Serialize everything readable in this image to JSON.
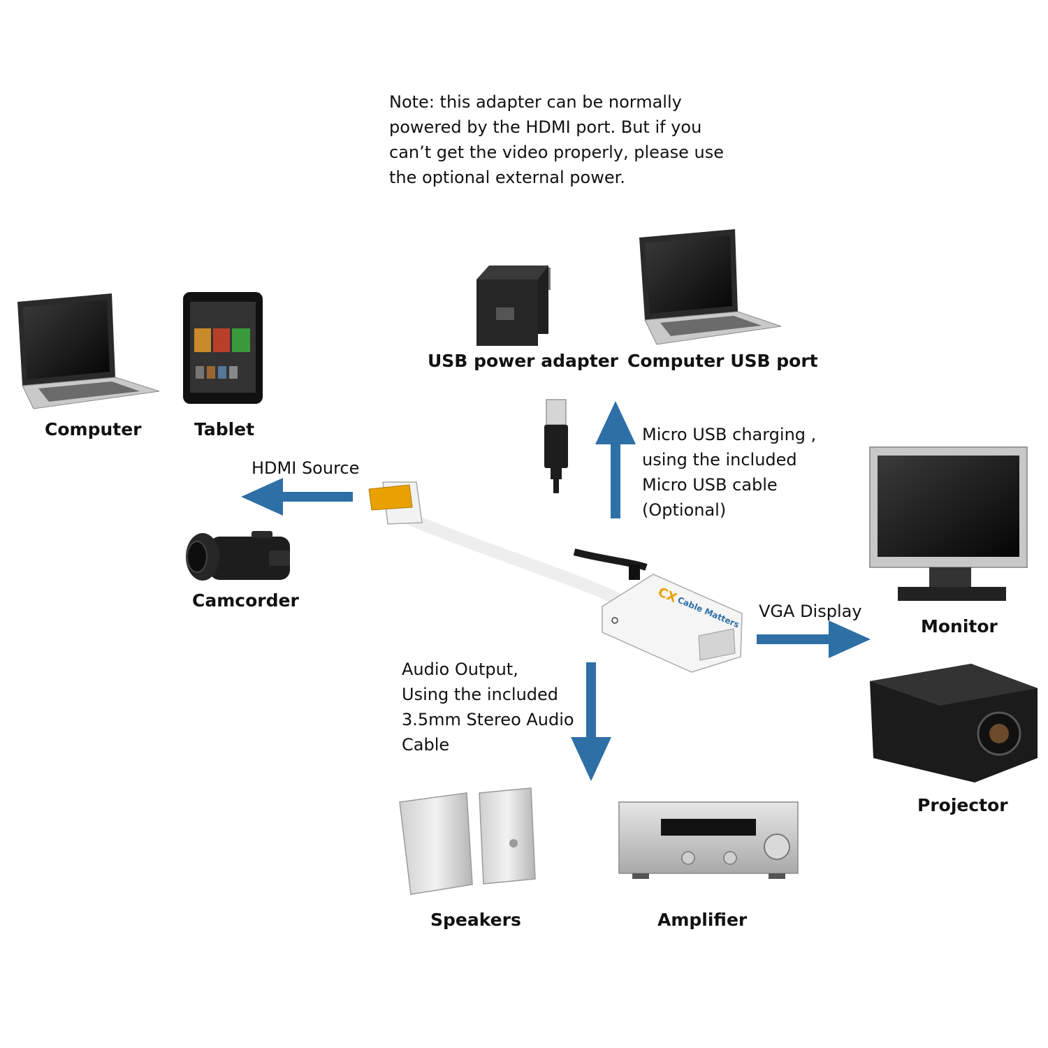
{
  "note": {
    "lines": [
      "Note: this adapter can be normally",
      "powered by the HDMI port. But if you",
      "can’t get the video properly, please use",
      "the optional external power."
    ]
  },
  "devices": {
    "computer": "Computer",
    "tablet": "Tablet",
    "camcorder": "Camcorder",
    "usb_power_adapter": "USB power adapter",
    "computer_usb_port": "Computer USB port",
    "monitor": "Monitor",
    "projector": "Projector",
    "speakers": "Speakers",
    "amplifier": "Amplifier"
  },
  "connections": {
    "hdmi_source": "HDMI Source",
    "vga_display": "VGA Display",
    "micro_usb": [
      "Micro USB charging ,",
      "using the included",
      "Micro USB cable",
      "(Optional)"
    ],
    "audio": [
      "Audio Output,",
      "Using the included",
      "3.5mm Stereo Audio",
      "Cable"
    ]
  },
  "brand": {
    "logo_text": "Cable Matters",
    "logo_mark": "CX"
  },
  "colors": {
    "arrow": "#2e6fa6",
    "hdmi_tip": "#e8a100",
    "device_dark": "#1e1e1e"
  },
  "icons": [
    "laptop-icon",
    "tablet-icon",
    "camcorder-icon",
    "usb-power-adapter-icon",
    "usb-plug-icon",
    "monitor-icon",
    "projector-icon",
    "speakers-icon",
    "amplifier-icon",
    "adapter-icon",
    "arrow-icon"
  ]
}
